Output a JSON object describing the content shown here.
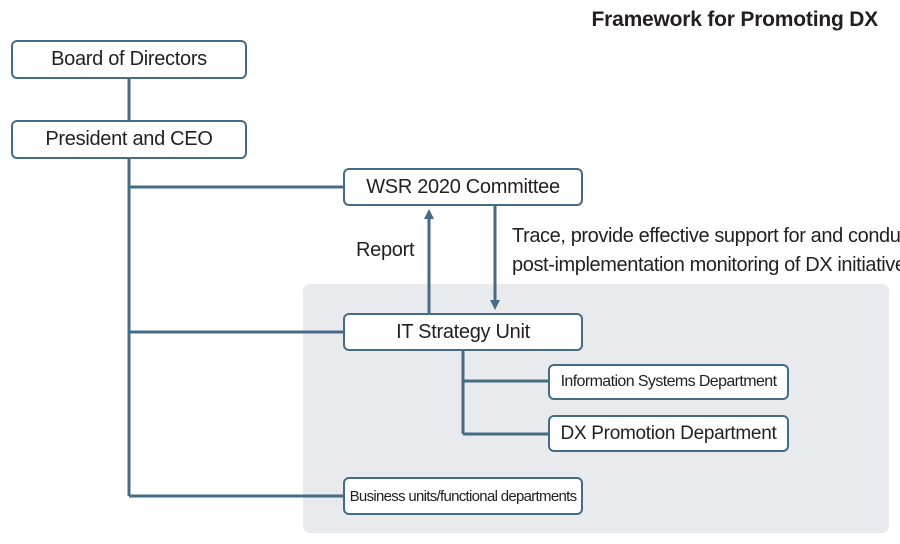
{
  "title": "Framework for Promoting DX",
  "nodes": {
    "board": "Board of Directors",
    "president": "President and CEO",
    "wsr": "WSR 2020 Committee",
    "it_strategy": "IT Strategy Unit",
    "info_systems": "Information Systems Department",
    "dx_promotion": "DX Promotion Department",
    "business_units": "Business units/functional departments"
  },
  "labels": {
    "report": "Report",
    "trace_line1": "Trace, provide effective support for and conduct",
    "trace_line2": "post-implementation monitoring of DX initiatives"
  },
  "colors": {
    "line": "#466c85",
    "panel": "#e9eaee",
    "text": "#231f20"
  }
}
